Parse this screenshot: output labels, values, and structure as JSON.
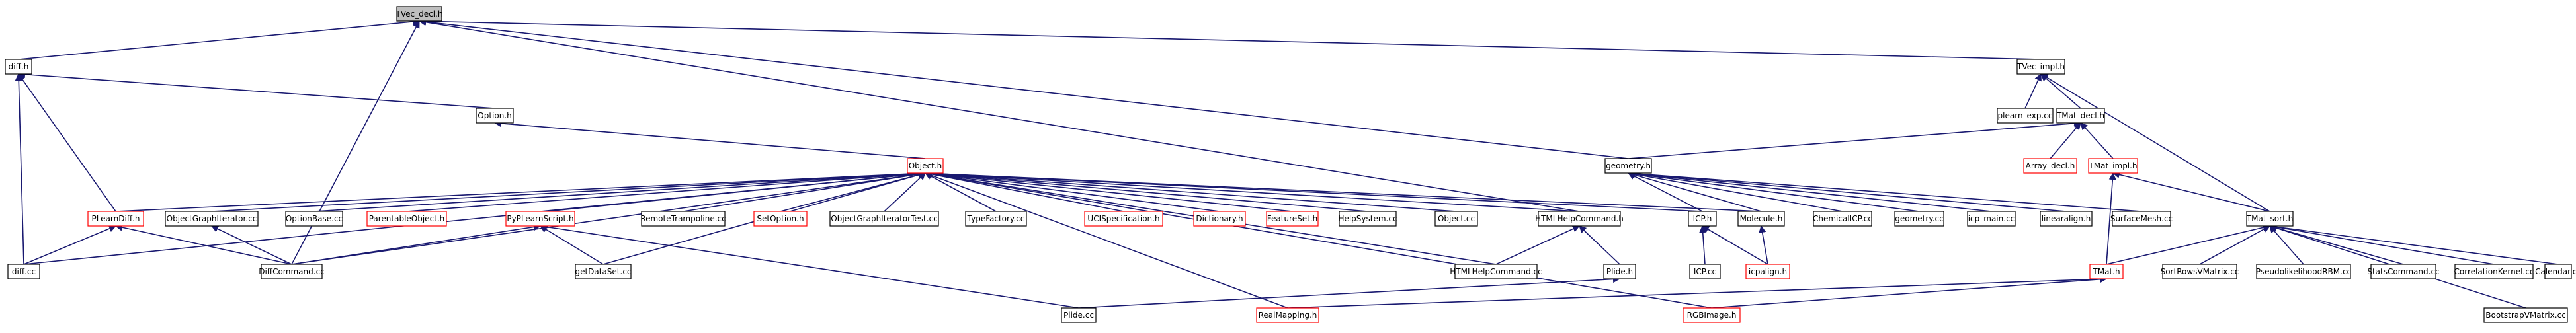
{
  "diagram": {
    "title": "",
    "colors": {
      "edge": "#191970",
      "node_border": "#000000",
      "external_node_border": "#ff0000",
      "root_fill": "#bfbfbf",
      "node_fill": "#ffffff"
    },
    "nodes": [
      {
        "id": "tvec_decl",
        "label": "TVec_decl.h",
        "style": "root"
      },
      {
        "id": "diff_h",
        "label": "diff.h",
        "style": "normal"
      },
      {
        "id": "tvec_impl",
        "label": "TVec_impl.h",
        "style": "normal"
      },
      {
        "id": "option_h",
        "label": "Option.h",
        "style": "normal"
      },
      {
        "id": "plearn_exp",
        "label": "plearn_exp.cc",
        "style": "normal"
      },
      {
        "id": "tmat_decl",
        "label": "TMat_decl.h",
        "style": "normal"
      },
      {
        "id": "object_h",
        "label": "Object.h",
        "style": "external"
      },
      {
        "id": "array_decl",
        "label": "Array_decl.h",
        "style": "external"
      },
      {
        "id": "tmat_impl",
        "label": "TMat_impl.h",
        "style": "external"
      },
      {
        "id": "geometry_h",
        "label": "geometry.h",
        "style": "normal"
      },
      {
        "id": "plearndiff_h",
        "label": "PLearnDiff.h",
        "style": "external"
      },
      {
        "id": "ogi_cc",
        "label": "ObjectGraphIterator.cc",
        "style": "normal"
      },
      {
        "id": "optionbase_cc",
        "label": "OptionBase.cc",
        "style": "normal"
      },
      {
        "id": "parentable_h",
        "label": "ParentableObject.h",
        "style": "external"
      },
      {
        "id": "pyplearnscript_h",
        "label": "PyPLearnScript.h",
        "style": "external"
      },
      {
        "id": "remotetramp_cc",
        "label": "RemoteTrampoline.cc",
        "style": "normal"
      },
      {
        "id": "setoption_h",
        "label": "SetOption.h",
        "style": "external"
      },
      {
        "id": "ogitest_cc",
        "label": "ObjectGraphIteratorTest.cc",
        "style": "normal"
      },
      {
        "id": "typefactory_cc",
        "label": "TypeFactory.cc",
        "style": "normal"
      },
      {
        "id": "ucispec_h",
        "label": "UCISpecification.h",
        "style": "external"
      },
      {
        "id": "dictionary_h",
        "label": "Dictionary.h",
        "style": "external"
      },
      {
        "id": "featureset_h",
        "label": "FeatureSet.h",
        "style": "external"
      },
      {
        "id": "helpsystem_cc",
        "label": "HelpSystem.cc",
        "style": "normal"
      },
      {
        "id": "object_cc",
        "label": "Object.cc",
        "style": "normal"
      },
      {
        "id": "htmlhelpcmd_h",
        "label": "HTMLHelpCommand.h",
        "style": "normal"
      },
      {
        "id": "icp_h",
        "label": "ICP.h",
        "style": "normal"
      },
      {
        "id": "molecule_h",
        "label": "Molecule.h",
        "style": "normal"
      },
      {
        "id": "chemicalicp_cc",
        "label": "ChemicalICP.cc",
        "style": "normal"
      },
      {
        "id": "geometry_cc",
        "label": "geometry.cc",
        "style": "normal"
      },
      {
        "id": "icpmain_cc",
        "label": "icp_main.cc",
        "style": "normal"
      },
      {
        "id": "linearalign_h",
        "label": "linearalign.h",
        "style": "normal"
      },
      {
        "id": "surfacemesh_cc",
        "label": "SurfaceMesh.cc",
        "style": "normal"
      },
      {
        "id": "tmat_sort_h",
        "label": "TMat_sort.h",
        "style": "normal"
      },
      {
        "id": "diff_cc",
        "label": "diff.cc",
        "style": "normal"
      },
      {
        "id": "diffcommand_cc",
        "label": "DiffCommand.cc",
        "style": "normal"
      },
      {
        "id": "getdataset_cc",
        "label": "getDataSet.cc",
        "style": "normal"
      },
      {
        "id": "htmlhelpcmd_cc",
        "label": "HTMLHelpCommand.cc",
        "style": "normal"
      },
      {
        "id": "plide_h",
        "label": "Plide.h",
        "style": "normal"
      },
      {
        "id": "icp_cc",
        "label": "ICP.cc",
        "style": "normal"
      },
      {
        "id": "icpalign_h",
        "label": "icpalign.h",
        "style": "external"
      },
      {
        "id": "tmat_h",
        "label": "TMat.h",
        "style": "external"
      },
      {
        "id": "sortrows_cc",
        "label": "SortRowsVMatrix.cc",
        "style": "normal"
      },
      {
        "id": "pseudolik_cc",
        "label": "PseudolikelihoodRBM.cc",
        "style": "normal"
      },
      {
        "id": "statscmd_cc",
        "label": "StatsCommand.cc",
        "style": "normal"
      },
      {
        "id": "corrkernel_cc",
        "label": "CorrelationKernel.cc",
        "style": "normal"
      },
      {
        "id": "calendar_cc",
        "label": "Calendar.cc",
        "style": "normal"
      },
      {
        "id": "bootstrap_cc",
        "label": "BootstrapVMatrix.cc",
        "style": "normal"
      },
      {
        "id": "plide_cc",
        "label": "Plide.cc",
        "style": "normal"
      },
      {
        "id": "realmapping_h",
        "label": "RealMapping.h",
        "style": "external"
      },
      {
        "id": "rgbimage_h",
        "label": "RGBImage.h",
        "style": "external"
      }
    ],
    "edges": [
      [
        "tvec_decl",
        "diff_h"
      ],
      [
        "tvec_decl",
        "tvec_impl"
      ],
      [
        "tvec_decl",
        "geometry_h"
      ],
      [
        "tvec_decl",
        "htmlhelpcmd_h"
      ],
      [
        "tvec_decl",
        "diffcommand_cc"
      ],
      [
        "diff_h",
        "option_h"
      ],
      [
        "diff_h",
        "diff_cc"
      ],
      [
        "diff_h",
        "plearndiff_h"
      ],
      [
        "option_h",
        "object_h"
      ],
      [
        "tvec_impl",
        "plearn_exp"
      ],
      [
        "tvec_impl",
        "tmat_decl"
      ],
      [
        "tvec_impl",
        "tmat_sort_h"
      ],
      [
        "tmat_decl",
        "array_decl"
      ],
      [
        "tmat_decl",
        "tmat_impl"
      ],
      [
        "tmat_decl",
        "geometry_h"
      ],
      [
        "tmat_impl",
        "tmat_sort_h"
      ],
      [
        "tmat_impl",
        "tmat_h"
      ],
      [
        "geometry_h",
        "icp_h"
      ],
      [
        "geometry_h",
        "molecule_h"
      ],
      [
        "geometry_h",
        "chemicalicp_cc"
      ],
      [
        "geometry_h",
        "geometry_cc"
      ],
      [
        "geometry_h",
        "icpmain_cc"
      ],
      [
        "geometry_h",
        "linearalign_h"
      ],
      [
        "geometry_h",
        "surfacemesh_cc"
      ],
      [
        "object_h",
        "plearndiff_h"
      ],
      [
        "object_h",
        "ogi_cc"
      ],
      [
        "object_h",
        "optionbase_cc"
      ],
      [
        "object_h",
        "parentable_h"
      ],
      [
        "object_h",
        "pyplearnscript_h"
      ],
      [
        "object_h",
        "remotetramp_cc"
      ],
      [
        "object_h",
        "setoption_h"
      ],
      [
        "object_h",
        "ogitest_cc"
      ],
      [
        "object_h",
        "typefactory_cc"
      ],
      [
        "object_h",
        "ucispec_h"
      ],
      [
        "object_h",
        "dictionary_h"
      ],
      [
        "object_h",
        "featureset_h"
      ],
      [
        "object_h",
        "helpsystem_cc"
      ],
      [
        "object_h",
        "object_cc"
      ],
      [
        "object_h",
        "htmlhelpcmd_h"
      ],
      [
        "object_h",
        "icp_h"
      ],
      [
        "object_h",
        "molecule_h"
      ],
      [
        "object_h",
        "diff_cc"
      ],
      [
        "object_h",
        "diffcommand_cc"
      ],
      [
        "object_h",
        "getdataset_cc"
      ],
      [
        "object_h",
        "htmlhelpcmd_cc"
      ],
      [
        "object_h",
        "realmapping_h"
      ],
      [
        "object_h",
        "rgbimage_h"
      ],
      [
        "plearndiff_h",
        "diff_cc"
      ],
      [
        "plearndiff_h",
        "diffcommand_cc"
      ],
      [
        "ogi_cc",
        "diffcommand_cc"
      ],
      [
        "pyplearnscript_h",
        "diffcommand_cc"
      ],
      [
        "pyplearnscript_h",
        "getdataset_cc"
      ],
      [
        "pyplearnscript_h",
        "plide_cc"
      ],
      [
        "htmlhelpcmd_h",
        "htmlhelpcmd_cc"
      ],
      [
        "htmlhelpcmd_h",
        "plide_h"
      ],
      [
        "plide_h",
        "plide_cc"
      ],
      [
        "icp_h",
        "icp_cc"
      ],
      [
        "icp_h",
        "icpalign_h"
      ],
      [
        "molecule_h",
        "icpalign_h"
      ],
      [
        "tmat_sort_h",
        "tmat_h"
      ],
      [
        "tmat_sort_h",
        "sortrows_cc"
      ],
      [
        "tmat_sort_h",
        "pseudolik_cc"
      ],
      [
        "tmat_sort_h",
        "statscmd_cc"
      ],
      [
        "tmat_sort_h",
        "corrkernel_cc"
      ],
      [
        "tmat_sort_h",
        "calendar_cc"
      ],
      [
        "tmat_sort_h",
        "bootstrap_cc"
      ],
      [
        "tmat_h",
        "realmapping_h"
      ],
      [
        "tmat_h",
        "rgbimage_h"
      ]
    ]
  }
}
